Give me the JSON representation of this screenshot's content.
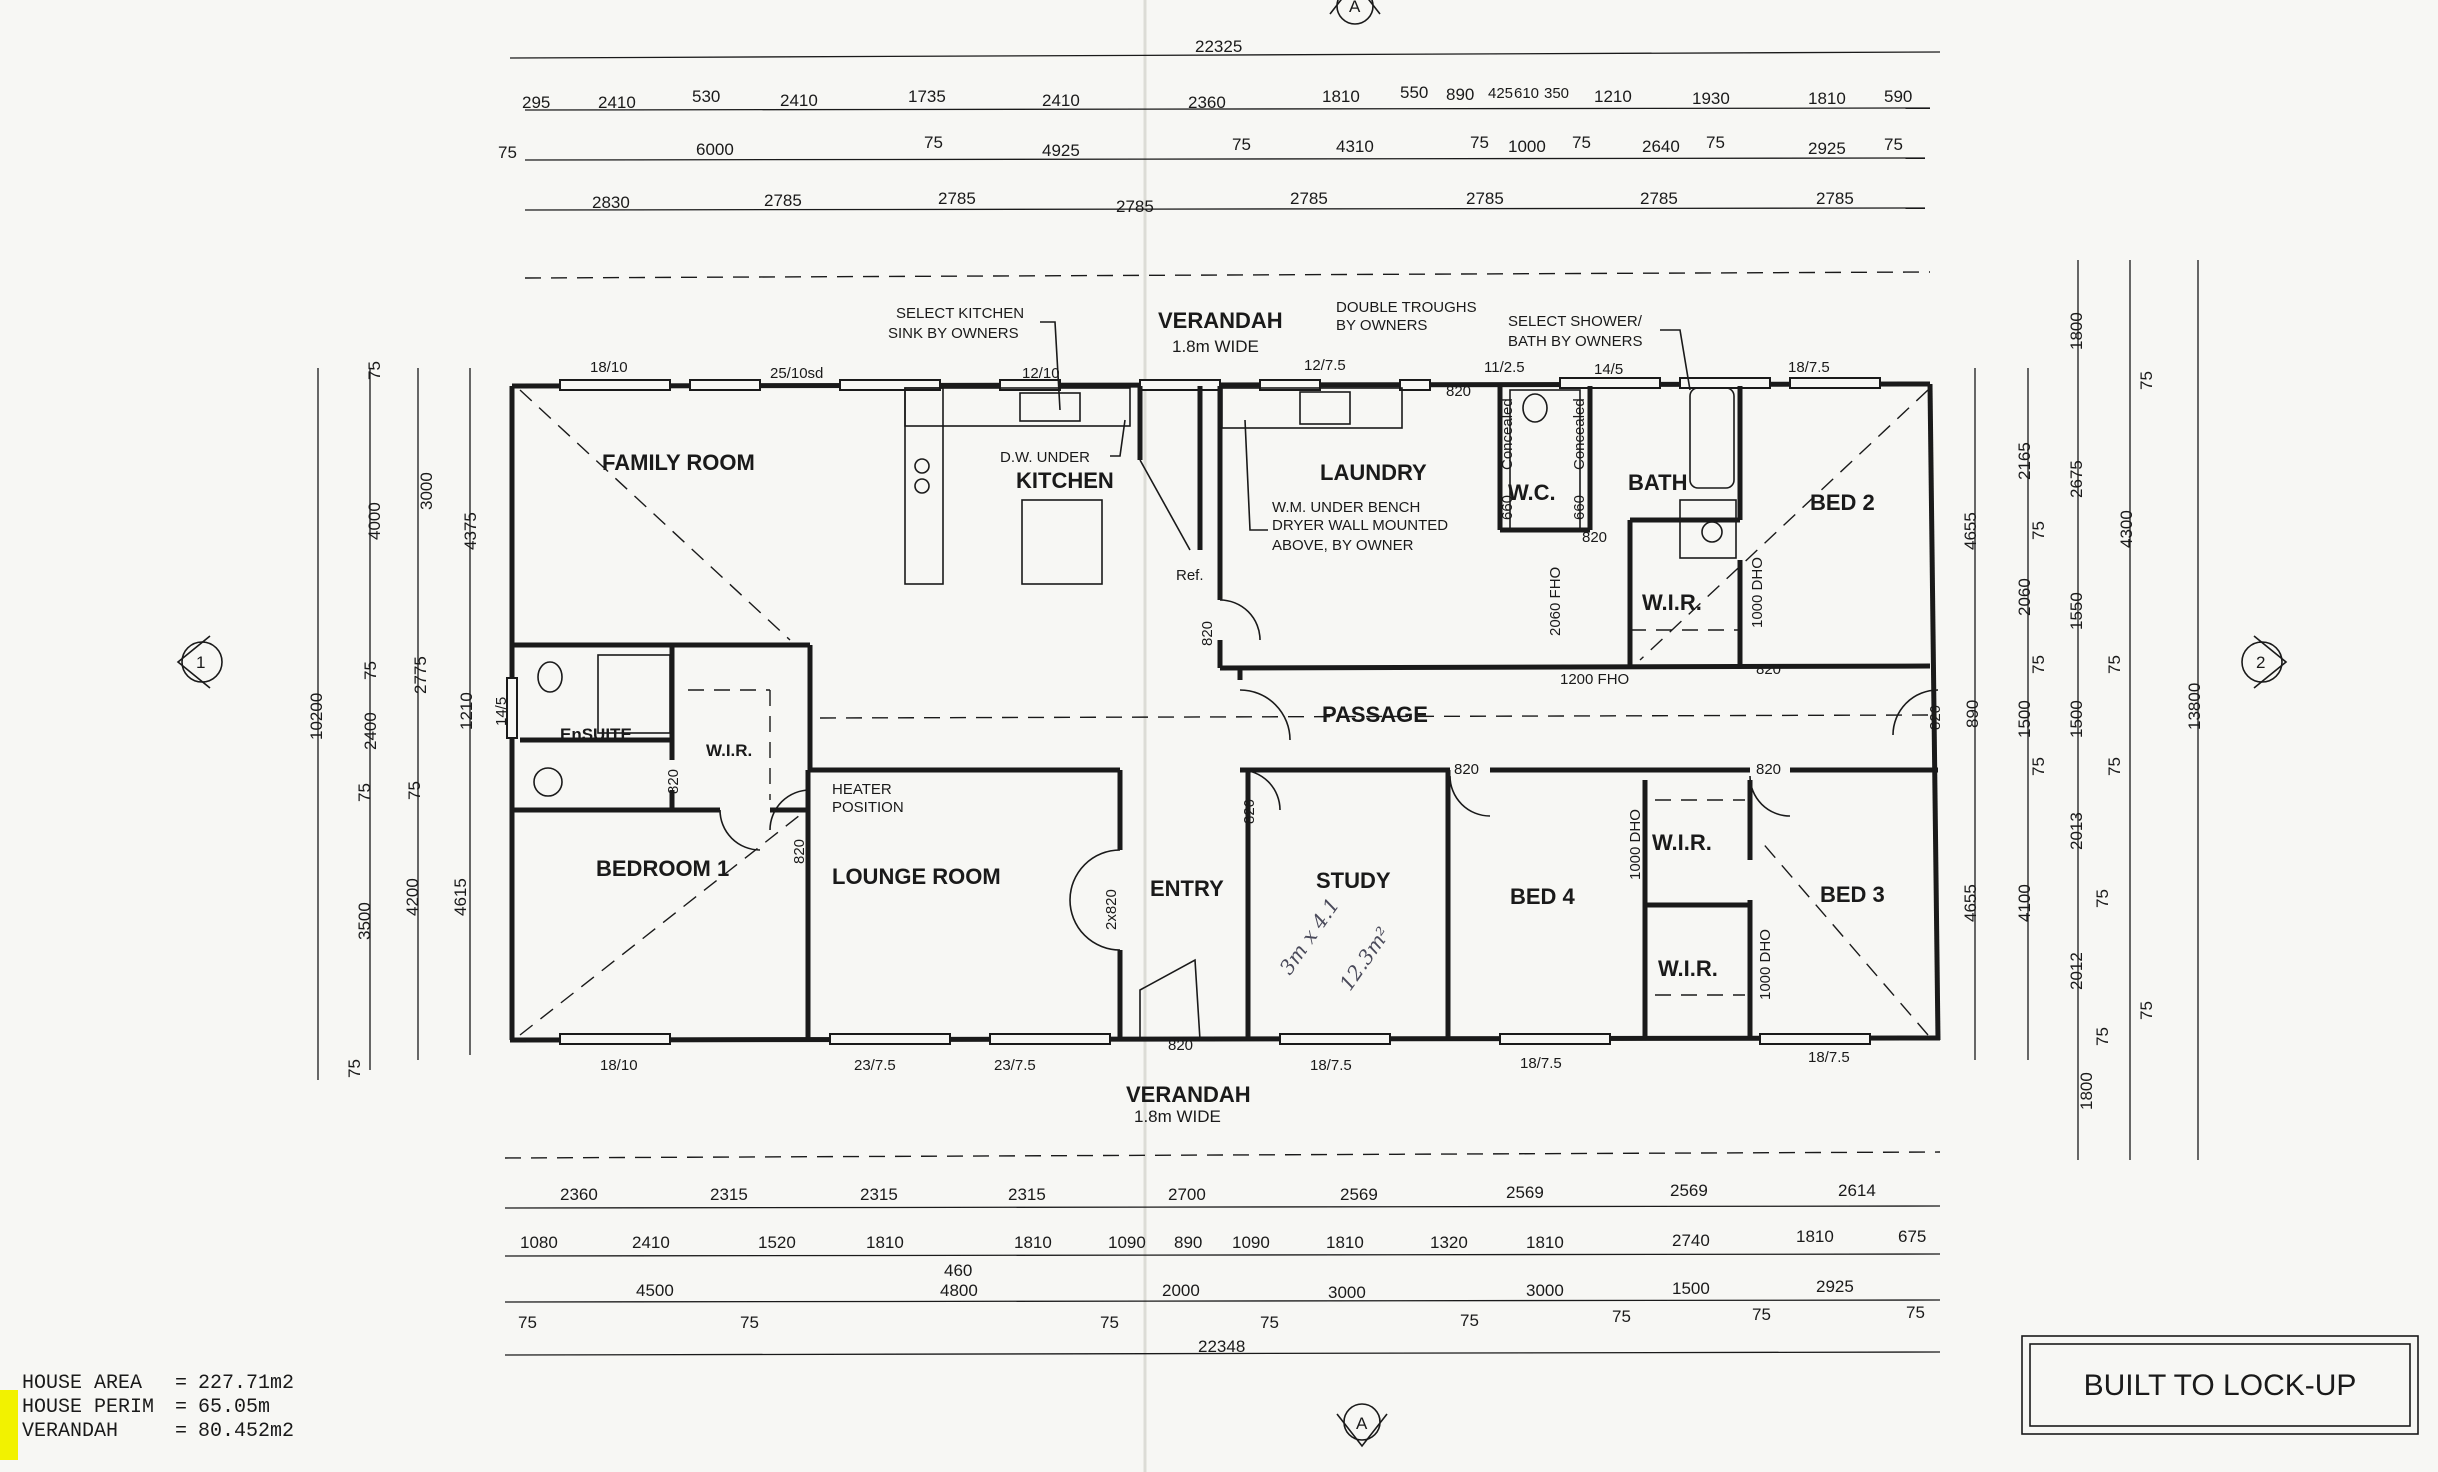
{
  "rooms": {
    "family_room": "FAMILY ROOM",
    "kitchen": "KITCHEN",
    "laundry": "LAUNDRY",
    "wc": "W.C.",
    "bath": "BATH",
    "bed2": "BED 2",
    "wir_bed2": "W.I.R.",
    "ensuite": "EnSUITE",
    "wir_bed1": "W.I.R.",
    "bedroom1": "BEDROOM 1",
    "lounge": "LOUNGE ROOM",
    "entry": "ENTRY",
    "study": "STUDY",
    "bed4": "BED 4",
    "wir_bed4": "W.I.R.",
    "wir_bed3": "W.I.R.",
    "bed3": "BED 3",
    "passage": "PASSAGE",
    "verandah_top": "VERANDAH",
    "verandah_top_width": "1.8m WIDE",
    "verandah_bottom": "VERANDAH",
    "verandah_bottom_width": "1.8m WIDE"
  },
  "notes": {
    "sink_1": "SELECT KITCHEN",
    "sink_2": "SINK BY OWNERS",
    "dw": "D.W. UNDER",
    "troughs_1": "DOUBLE TROUGHS",
    "troughs_2": "BY OWNERS",
    "shower_1": "SELECT SHOWER/",
    "shower_2": "BATH BY OWNERS",
    "laundry_1": "W.M. UNDER BENCH",
    "laundry_2": "DRYER WALL MOUNTED",
    "laundry_3": "ABOVE, BY OWNER",
    "ref": "Ref.",
    "heater_1": "HEATER",
    "heater_2": "POSITION",
    "concealed": "Concealed",
    "fho_2060": "2060 FHO",
    "fho_1200": "1200 FHO",
    "dho_1000": "1000 DHO",
    "d660": "660",
    "handwritten_1": "3m x 4.1",
    "handwritten_2": "12.3m²"
  },
  "windows_top": [
    "18/10",
    "25/10sd",
    "12/10",
    "12/7.5",
    "11/2.5",
    "14/5",
    "18/7.5"
  ],
  "windows_bottom": [
    "18/10",
    "23/7.5",
    "23/7.5",
    "18/7.5",
    "18/7.5",
    "18/7.5"
  ],
  "window_left": "14/5",
  "doors": {
    "d820": "820",
    "d2x820": "2x820"
  },
  "dims_top": {
    "overall": "22325",
    "row1": [
      "295",
      "2410",
      "530",
      "2410",
      "1735",
      "2410",
      "2360",
      "1810",
      "550",
      "890",
      "425",
      "610",
      "350",
      "1210",
      "1930",
      "1810",
      "590"
    ],
    "row2": [
      "75",
      "6000",
      "75",
      "4925",
      "75",
      "4310",
      "75",
      "1000",
      "75",
      "2640",
      "75",
      "2925",
      "75"
    ],
    "row3": [
      "2830",
      "2785",
      "2785",
      "2785",
      "2785",
      "2785",
      "2785",
      "2785"
    ]
  },
  "dims_bottom": {
    "row1": [
      "2360",
      "2315",
      "2315",
      "2315",
      "2700",
      "2569",
      "2569",
      "2569",
      "2614"
    ],
    "row2": [
      "1080",
      "2410",
      "1520",
      "1810",
      "460",
      "1810",
      "1090",
      "890",
      "1090",
      "1810",
      "1320",
      "1810",
      "2740",
      "1810",
      "675"
    ],
    "row3": [
      "4500",
      "4800",
      "2000",
      "3000",
      "3000",
      "1500",
      "2925"
    ],
    "row4": [
      "75",
      "75",
      "75",
      "75",
      "75",
      "75",
      "75",
      "75"
    ],
    "overall": "22348"
  },
  "dims_left": [
    "75",
    "4000",
    "3000",
    "4375",
    "75",
    "2775",
    "1210",
    "10200",
    "2400",
    "75",
    "75",
    "4200",
    "4615",
    "3500",
    "75"
  ],
  "dims_right": [
    "4655",
    "2165",
    "2675",
    "4300",
    "1800",
    "75",
    "75",
    "2060",
    "1550",
    "75",
    "75",
    "890",
    "1500",
    "1500",
    "75",
    "75",
    "4655",
    "4100",
    "2013",
    "75",
    "2012",
    "13800",
    "1800",
    "75",
    "75"
  ],
  "sections": {
    "top": "A",
    "bottom": "A",
    "left": "1",
    "right": "2"
  },
  "stamp": "BUILT TO LOCK-UP",
  "areas": [
    {
      "label": "HOUSE AREA",
      "value": "227.71m2"
    },
    {
      "label": "HOUSE PERIM",
      "value": "65.05m"
    },
    {
      "label": "VERANDAH",
      "value": "80.452m2"
    }
  ],
  "colors": {
    "ink": "#1a1a1a",
    "paper": "#f7f7f4",
    "highlight": "#f2f200"
  }
}
